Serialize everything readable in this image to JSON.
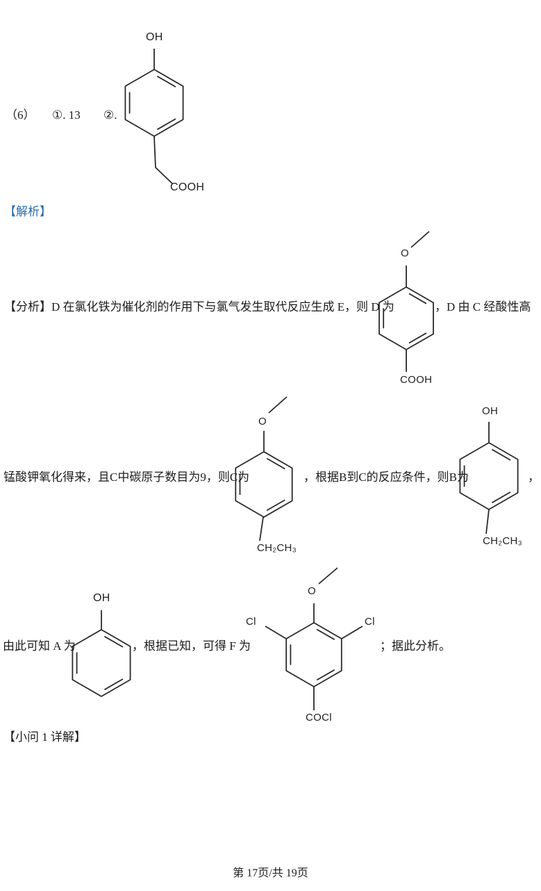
{
  "answer_row": {
    "q6": "（6）",
    "item1": "①. 13",
    "item2": "②."
  },
  "headings": {
    "jiexi": "【解析】",
    "xiaowen1": "【小问 1 详解】"
  },
  "analysis": {
    "line1a": "【分析】D 在氯化铁为催化剂的作用下与氯气发生取代反应生成 E，则 D 为",
    "line1b": "，D 由 C 经酸性高",
    "line2a": "锰酸钾氧化得来，且C中碳原子数目为9，则C为",
    "line2b": "，根据B到C的反应条件，则B为",
    "line2c": "，",
    "line3a": "由此可知 A 为",
    "line3b": "，根据已知，可得 F 为",
    "line3c": "；据此分析。"
  },
  "structures": {
    "answer2": {
      "oh": "OH",
      "cooh": "COOH"
    },
    "d": {
      "o": "O",
      "cooh": "COOH"
    },
    "c": {
      "o": "O",
      "ethyl": "CH₂CH₃"
    },
    "b": {
      "oh": "OH",
      "ethyl": "CH₂CH₃"
    },
    "a": {
      "oh": "OH"
    },
    "f": {
      "o": "O",
      "cl_left": "Cl",
      "cl_right": "Cl",
      "cocl": "COCl"
    }
  },
  "footer": "第 17页/共 19页",
  "colors": {
    "accent_blue": "#2b6da9",
    "text": "#1d1d1d",
    "bond": "#2a2a2a"
  }
}
